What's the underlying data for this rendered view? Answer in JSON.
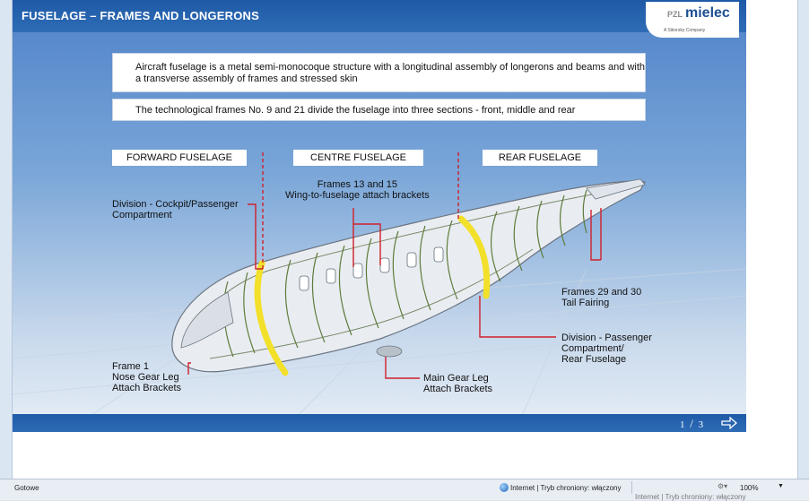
{
  "slide": {
    "title": "FUSELAGE – FRAMES AND LONGERONS",
    "logo": {
      "prefix": "PZL",
      "name": "mielec",
      "tagline": "A Sikorsky Company"
    },
    "intro_text": "Aircraft fuselage is a metal semi-monocoque structure with a longitudinal assembly of longerons and beams and with a transverse assembly of frames and stressed skin",
    "tech_frames_text": "The technological frames No. 9 and 21 divide the fuselage into three sections - front, middle and rear",
    "sections": {
      "forward": "FORWARD FUSELAGE",
      "centre": "CENTRE FUSELAGE",
      "rear": "REAR FUSELAGE"
    },
    "callouts": {
      "cockpit_division": [
        "Division - Cockpit/Passenger",
        "Compartment"
      ],
      "frames_13_15": [
        "Frames 13 and 15",
        "Wing-to-fuselage attach brackets"
      ],
      "frames_29_30": [
        "Frames 29 and 30",
        "Tail Fairing"
      ],
      "rear_division": [
        "Division - Passenger",
        "Compartment/",
        "Rear Fuselage"
      ],
      "frame_1": [
        "Frame 1",
        "Nose Gear Leg",
        "Attach Brackets"
      ],
      "main_gear": [
        "Main Gear Leg",
        "Attach Brackets"
      ]
    },
    "pagination": {
      "current": "1",
      "total": "3",
      "separator": "/"
    },
    "colors": {
      "header_blue": "#1e5aa6",
      "callout_red": "#d0202a",
      "frame_yellow": "#f2e02a"
    }
  },
  "browser": {
    "status_left": "Gotowe",
    "status_zone": "Internet | Tryb chroniony: włączony",
    "zoom": "100%",
    "ghost_status": "Internet | Tryb chroniony: włączony"
  }
}
